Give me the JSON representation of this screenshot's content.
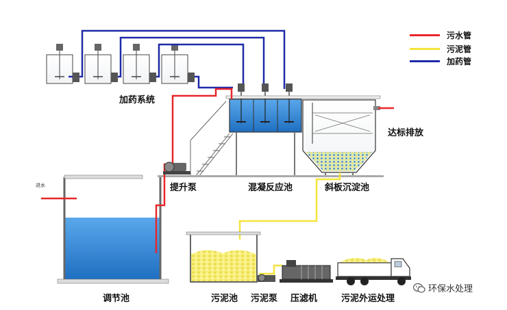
{
  "labels": {
    "dosing_system": "加药系统",
    "lift_pump": "提升泵",
    "coag_tank": "混凝反应池",
    "settler": "斜板沉淀池",
    "discharge": "达标排放",
    "equalization_tank": "调节池",
    "sludge_tank": "污泥池",
    "sludge_pump": "污泥泵",
    "filter_press": "压滤机",
    "sludge_transport": "污泥外运处理",
    "inlet": "进水"
  },
  "legend": [
    {
      "label": "污水管",
      "color": "#e8262a"
    },
    {
      "label": "污泥管",
      "color": "#f4e43a"
    },
    {
      "label": "加药管",
      "color": "#1e2aa8"
    }
  ],
  "watermark": "环保水处理",
  "colors": {
    "sewage": "#e8262a",
    "sludge": "#f4e43a",
    "dosing": "#1e2aa8",
    "water": "#2f86d8",
    "structure": "#555555"
  }
}
